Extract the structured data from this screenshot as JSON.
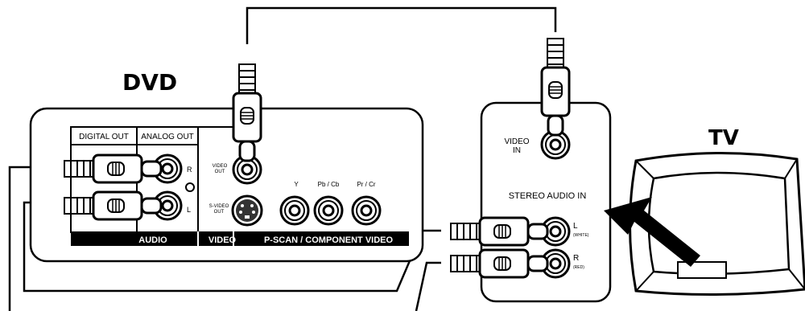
{
  "device_labels": {
    "dvd": "DVD",
    "tv": "TV"
  },
  "dvd_panel": {
    "digital_out": "DIGITAL OUT",
    "analog_out": "ANALOG OUT",
    "r": "R",
    "l": "L",
    "video_out_line1": "VIDEO",
    "video_out_line2": "OUT",
    "svideo_out_line1": "S-VIDEO",
    "svideo_out_line2": "OUT",
    "y": "Y",
    "pb_cb": "Pb / Cb",
    "pr_cr": "Pr / Cr",
    "audio_bar": "AUDIO",
    "video_bar": "VIDEO",
    "component_bar": "P-SCAN / COMPONENT VIDEO"
  },
  "tv_panel": {
    "video_in_line1": "VIDEO",
    "video_in_line2": "IN",
    "stereo_audio_in": "STEREO AUDIO IN",
    "l": "L",
    "white": "(WHITE)",
    "r": "R",
    "red": "(RED)"
  },
  "colors": {
    "ink": "#000000",
    "paper": "#ffffff"
  }
}
